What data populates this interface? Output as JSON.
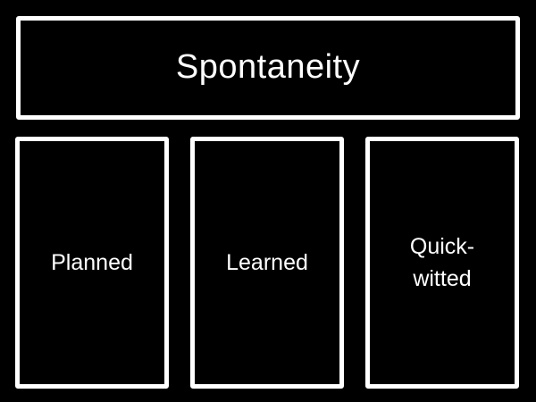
{
  "title": "Spontaneity",
  "boxes": [
    {
      "label": "Planned"
    },
    {
      "label": "Learned"
    },
    {
      "label": "Quick-\nwitted"
    }
  ],
  "colors": {
    "background": "#000000",
    "border": "#ffffff",
    "text": "#ffffff"
  }
}
